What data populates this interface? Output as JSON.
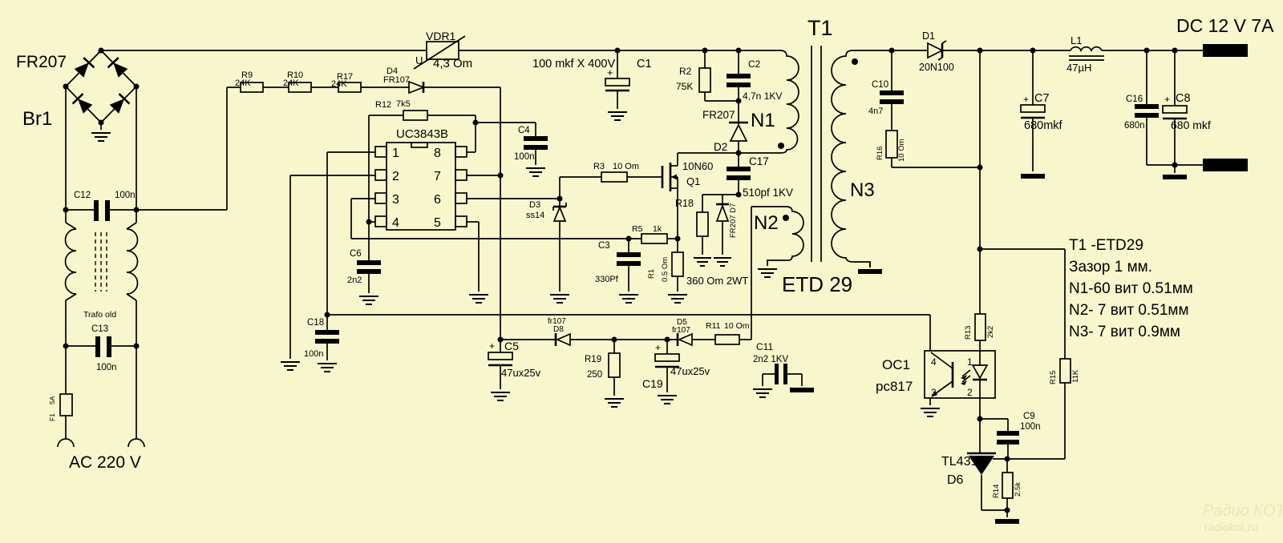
{
  "colors": {
    "page_background": "#f7f6cd",
    "ink": "#000000",
    "watermark": "#eee7b4"
  },
  "t": {
    "fr207_br": "FR207",
    "br1": "Br1",
    "c12": "C12",
    "c12_v": "100n",
    "trafo": "Trafo old",
    "c13": "C13",
    "c13_v": "100n",
    "f1": "F1",
    "f1_v": "5A",
    "ac": "AC 220 V",
    "r9": "R9",
    "r9_v": "24K",
    "r10": "R10",
    "r10_v": "24K",
    "r17": "R17",
    "r17_v": "24K",
    "d4": "D4",
    "d4_v": "FR107",
    "vdr1": "VDR1",
    "vdr1_u": "U",
    "vdr1_v": "4,3 Om",
    "bulk": "100 mkf X 400V",
    "c1": "C1",
    "c1_p": "+",
    "r12": "R12",
    "r12_v": "7k5",
    "ic": "UC3843B",
    "pin1": "1",
    "pin2": "2",
    "pin3": "3",
    "pin4": "4",
    "pin5": "5",
    "pin6": "6",
    "pin7": "7",
    "pin8": "8",
    "c4": "C4",
    "c4_v": "100n",
    "r2": "R2",
    "r2_v": "75K",
    "c2": "C2",
    "c2_v": "4,7n 1KV",
    "d2_t": "FR207",
    "d2": "D2",
    "t1": "T1",
    "n1": "N1",
    "n2": "N2",
    "n3": "N3",
    "etd": "ETD 29",
    "q1_t": "10N60",
    "q1": "Q1",
    "c17": "C17",
    "c17_v": "510pf 1KV",
    "d3": "D3",
    "d3_v": "ss14",
    "r3": "R3",
    "r3_v": "10 Om",
    "r5": "R5",
    "r5_v": "1k",
    "c3": "C3",
    "c3_v": "330Pf",
    "r1": "R1",
    "r1_v": "0.5 Om",
    "r18": "R18",
    "r18_v": "360 Om 2WT",
    "d7": "FR207 D7",
    "c6": "C6",
    "c6_v": "2n2",
    "c18": "C18",
    "c18_v": "100n",
    "c5": "C5",
    "c5_v": "47ux25v",
    "c5_p": "+",
    "d8_t": "fr107",
    "d8": "D8",
    "r19": "R19",
    "r19_v": "250",
    "d5": "D5",
    "d5_v": "fr107",
    "r11": "R11",
    "r11_v": "10 Om",
    "c19": "C19",
    "c19_v": "47ux25v",
    "c19_p": "+",
    "c11": "C11",
    "c11_v": "2n2 1KV",
    "d1": "D1",
    "d1_v": "20N100",
    "c10": "C10",
    "c10_v": "4n7",
    "r16": "R16",
    "r16_v": "10 Om",
    "l1": "L1",
    "l1_v": "47µH",
    "dc": "DC 12 V 7A",
    "c7": "C7",
    "c7_v": "680mkf",
    "c7_p": "+",
    "c16": "C16",
    "c16_v": "680n",
    "c8": "C8",
    "c8_v": "680 mkf",
    "c8_p": "+",
    "oc1": "OC1",
    "oc1_v": "pc817",
    "oc_p1": "1",
    "oc_p2": "2",
    "oc_p3": "3",
    "oc_p4": "4",
    "r13": "R13",
    "r13_v": "2k2",
    "r15": "R15",
    "r15_v": "11K",
    "c9": "C9",
    "c9_v": "100n",
    "tl431": "TL431",
    "d6": "D6",
    "r14": "R14",
    "r14_v": "2.5k",
    "note_1": "T1 -ETD29",
    "note_2": "Зазор 1 мм.",
    "note_3": "N1-60 вит 0.51мм",
    "note_4": "N2- 7 вит 0.51мм",
    "note_5": "N3- 7 вит 0.9мм",
    "wm_1": "Радио КОТ",
    "wm_2": "radiokot.ru"
  }
}
